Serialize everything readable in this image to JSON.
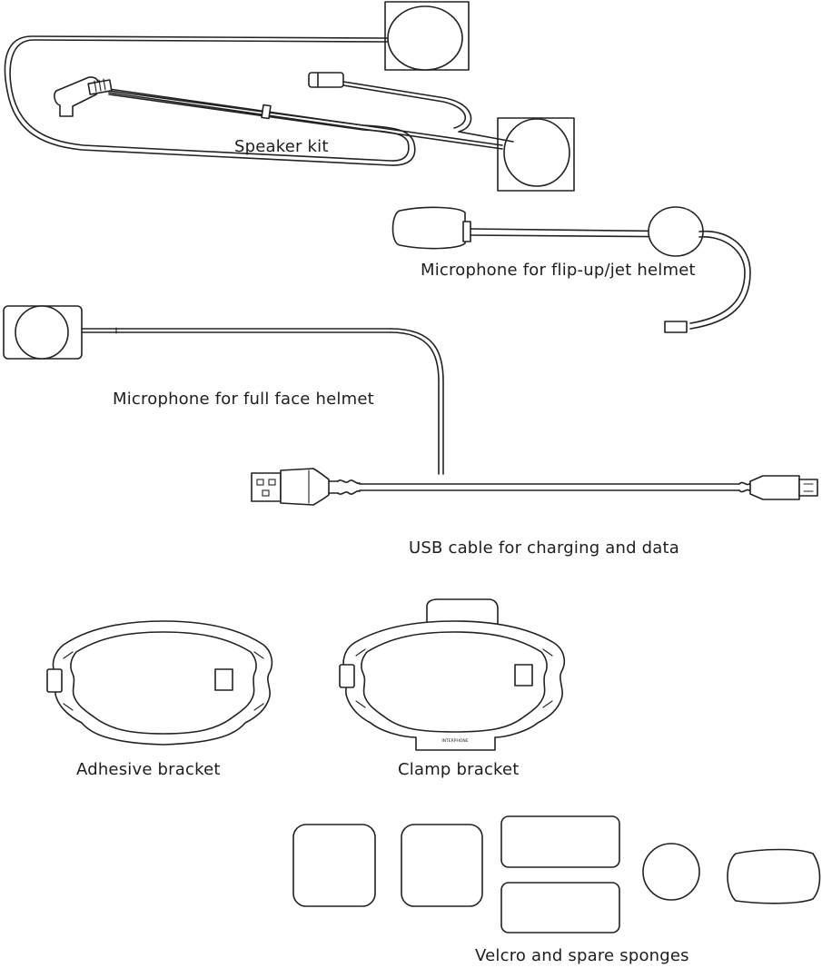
{
  "captions": {
    "speaker_kit": "Speaker kit",
    "mic_flip_up": "Microphone for flip-up/jet helmet",
    "mic_full_face": "Microphone for full face helmet",
    "usb_cable": "USB cable for charging and data",
    "adhesive_bracket": "Adhesive bracket",
    "clamp_bracket": "Clamp bracket",
    "velcro_sponges": "Velcro and spare sponges"
  },
  "clamp_brand_mark": "INTERPHONE"
}
